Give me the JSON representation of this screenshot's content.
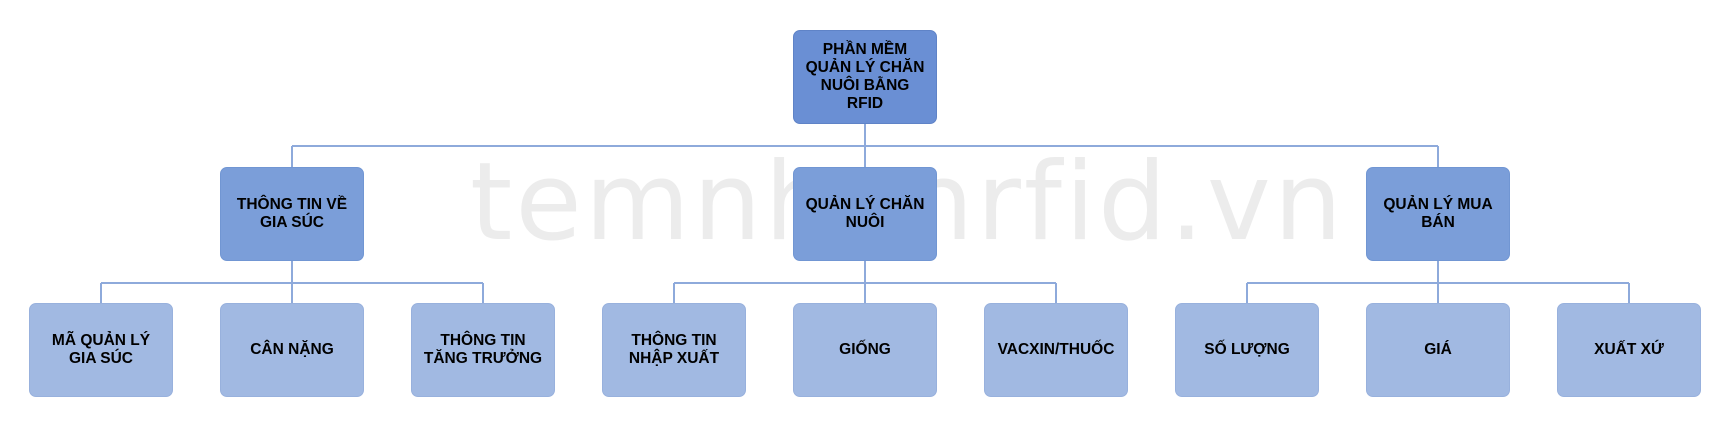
{
  "colors": {
    "root": "#6a8fd4",
    "branch": "#7b9ed9",
    "leaf": "#a1b9e2",
    "connector": "#8eaadb"
  },
  "watermark": "temnhanrfid.vn",
  "root": {
    "label": "PHẦN MỀM QUẢN LÝ CHĂN NUÔI BẰNG RFID"
  },
  "branches": [
    {
      "label": "THÔNG TIN VỀ GIA SÚC",
      "children": [
        {
          "label": "MÃ QUẢN LÝ GIA SÚC"
        },
        {
          "label": "CÂN NẶNG"
        },
        {
          "label": "THÔNG TIN TĂNG TRƯỞNG"
        }
      ]
    },
    {
      "label": "QUẢN LÝ CHĂN NUÔI",
      "children": [
        {
          "label": "THÔNG TIN NHẬP XUẤT"
        },
        {
          "label": "GIỐNG"
        },
        {
          "label": "VACXIN/THUỐC"
        }
      ]
    },
    {
      "label": "QUẢN LÝ MUA BÁN",
      "children": [
        {
          "label": "SỐ LƯỢNG"
        },
        {
          "label": "GIÁ"
        },
        {
          "label": "XUẤT XỨ"
        }
      ]
    }
  ]
}
